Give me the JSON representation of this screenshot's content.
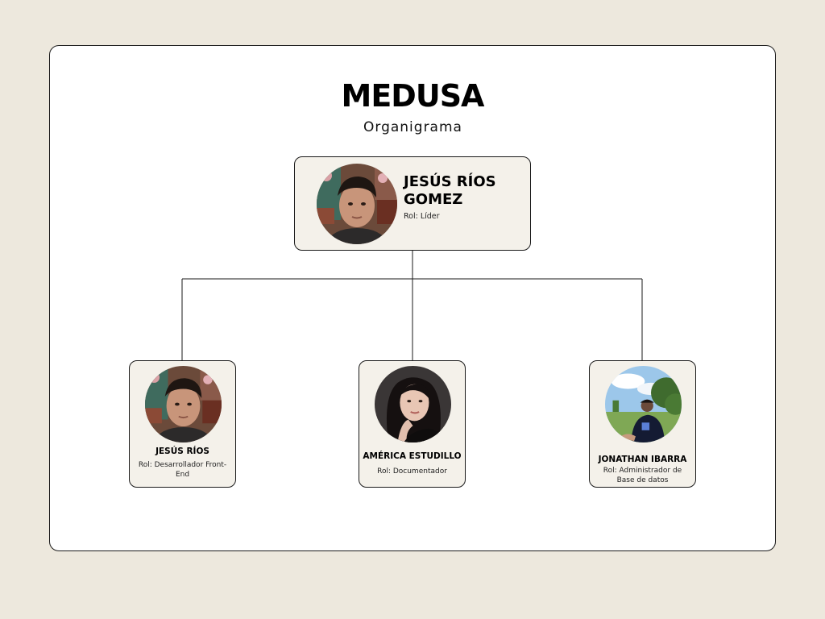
{
  "header": {
    "title": "MEDUSA",
    "subtitle": "Organigrama"
  },
  "root": {
    "name": "JESÚS RÍOS GOMEZ",
    "role": "Rol: Líder"
  },
  "members": [
    {
      "name": "JESÚS RÍOS",
      "role": "Rol: Desarrollador Front-End"
    },
    {
      "name": "AMÉRICA ESTUDILLO",
      "role": "Rol: Documentador"
    },
    {
      "name": "JONATHAN IBARRA",
      "role": "Rol: Administrador de Base de datos"
    }
  ],
  "colors": {
    "background": "#ede8dd",
    "card": "#ffffff",
    "node": "#f4f1ea",
    "line": "#1a1a1a"
  }
}
